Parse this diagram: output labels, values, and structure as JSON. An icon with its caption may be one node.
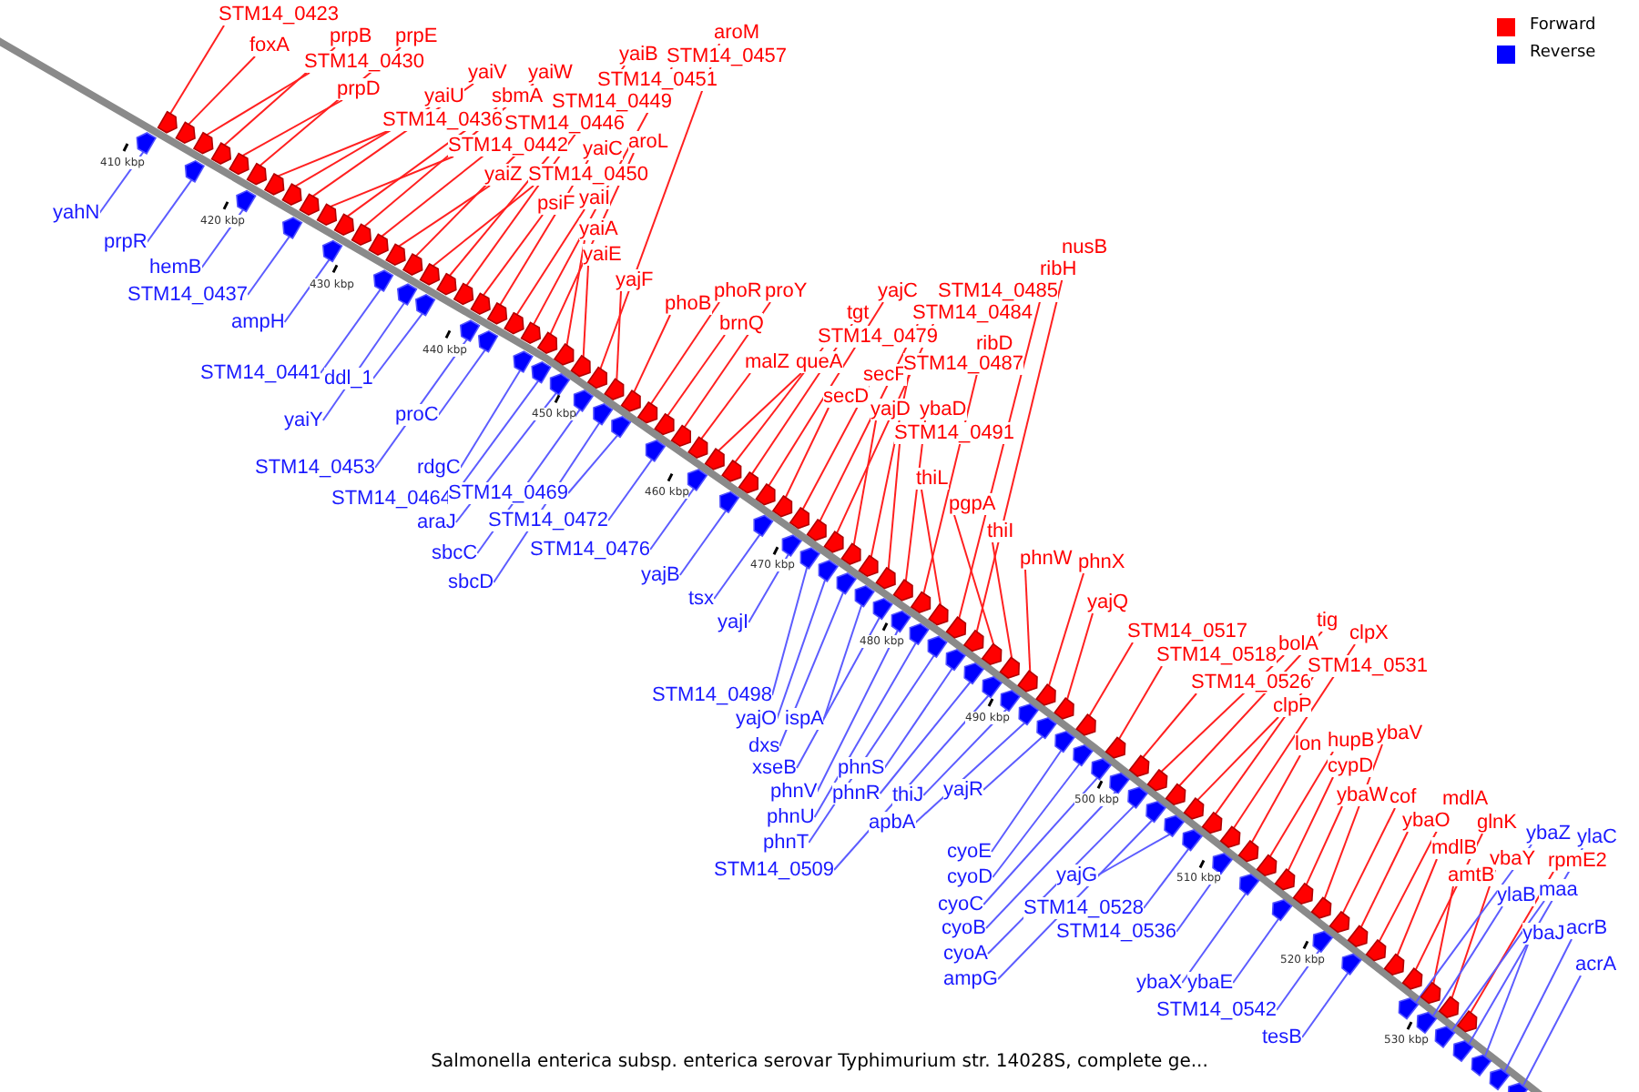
{
  "diagram": {
    "caption": "Salmonella enterica subsp. enterica serovar Typhimurium str. 14028S, complete ge...",
    "nodes": [
      {
        "text": [
          "STM14_0423"
        ]
      },
      {
        "text": [
          "foxA"
        ]
      },
      {
        "text": [
          "prpB"
        ]
      },
      {
        "text": [
          "prpE"
        ]
      },
      {
        "text": [
          "STM14_0430"
        ]
      },
      {
        "text": [
          "prpD"
        ]
      },
      {
        "text": [
          "yaiV"
        ]
      },
      {
        "text": [
          "yaiW"
        ]
      },
      {
        "text": [
          "yaiU"
        ]
      },
      {
        "text": [
          "sbmA"
        ]
      },
      {
        "text": [
          "STM14_0436"
        ]
      },
      {
        "text": [
          "STM14_0442"
        ]
      },
      {
        "text": [
          "STM14_0446"
        ]
      },
      {
        "text": [
          "yaiB"
        ]
      },
      {
        "text": [
          "STM14_0451"
        ]
      },
      {
        "text": [
          "STM14_0449"
        ]
      },
      {
        "text": [
          "aroM"
        ]
      },
      {
        "text": [
          "STM14_0457"
        ]
      },
      {
        "text": [
          "yaiZ"
        ]
      },
      {
        "text": [
          "STM14_0450"
        ]
      },
      {
        "text": [
          "yaiC"
        ]
      },
      {
        "text": [
          "aroL"
        ]
      },
      {
        "text": [
          "psiF"
        ]
      },
      {
        "text": [
          "yaiI"
        ]
      },
      {
        "text": [
          "yaiA"
        ]
      },
      {
        "text": [
          "yaiE"
        ]
      },
      {
        "text": [
          "yajF"
        ]
      },
      {
        "text": [
          "phoB"
        ]
      },
      {
        "text": [
          "phoR"
        ]
      },
      {
        "text": [
          "proY"
        ]
      },
      {
        "text": [
          "brnQ"
        ]
      },
      {
        "text": [
          "malZ"
        ]
      },
      {
        "text": [
          "queA"
        ]
      },
      {
        "text": [
          "tgt"
        ]
      },
      {
        "text": [
          "yajC"
        ]
      },
      {
        "text": [
          "STM14_0479"
        ]
      },
      {
        "text": [
          "STM14_0485"
        ]
      },
      {
        "text": [
          "STM14_0484"
        ]
      },
      {
        "text": [
          "secF"
        ]
      },
      {
        "text": [
          "secD"
        ]
      },
      {
        "text": [
          "ribD"
        ]
      },
      {
        "text": [
          "STM14_0487"
        ]
      },
      {
        "text": [
          "nusB"
        ]
      },
      {
        "text": [
          "ribH"
        ]
      },
      {
        "text": [
          "yajD"
        ]
      },
      {
        "text": [
          "ybaD"
        ]
      },
      {
        "text": [
          "STM14_0491"
        ]
      },
      {
        "text": [
          "thiL"
        ]
      },
      {
        "text": [
          "pgpA"
        ]
      },
      {
        "text": [
          "thiI"
        ]
      },
      {
        "text": [
          "phnW"
        ]
      },
      {
        "text": [
          "phnX"
        ]
      },
      {
        "text": [
          "yajQ"
        ]
      },
      {
        "text": [
          "STM14_0517"
        ]
      },
      {
        "text": [
          "STM14_0518"
        ]
      },
      {
        "text": [
          "bolA"
        ]
      },
      {
        "text": [
          "tig"
        ]
      },
      {
        "text": [
          "clpX"
        ]
      },
      {
        "text": [
          "STM14_0526"
        ]
      },
      {
        "text": [
          "STM14_0531"
        ]
      },
      {
        "text": [
          "clpP"
        ]
      },
      {
        "text": [
          "lon"
        ]
      },
      {
        "text": [
          "hupB"
        ]
      },
      {
        "text": [
          "ybaV"
        ]
      },
      {
        "text": [
          "cypD"
        ]
      },
      {
        "text": [
          "ybaW"
        ]
      },
      {
        "text": [
          "cof"
        ]
      },
      {
        "text": [
          "mdlA"
        ]
      },
      {
        "text": [
          "ybaO"
        ]
      },
      {
        "text": [
          "glnK"
        ]
      },
      {
        "text": [
          "mdlB"
        ]
      },
      {
        "text": [
          "ybaY"
        ]
      },
      {
        "text": [
          "amtB"
        ]
      },
      {
        "text": [
          "rpmE2"
        ]
      },
      {
        "text": [
          "yahN"
        ]
      },
      {
        "text": [
          "prpR"
        ]
      },
      {
        "text": [
          "hemB"
        ]
      },
      {
        "text": [
          "STM14_0437"
        ]
      },
      {
        "text": [
          "ampH"
        ]
      },
      {
        "text": [
          "STM14_0441"
        ]
      },
      {
        "text": [
          "ddl_1"
        ]
      },
      {
        "text": [
          "yaiY"
        ]
      },
      {
        "text": [
          "proC"
        ]
      },
      {
        "text": [
          "STM14_0453"
        ]
      },
      {
        "text": [
          "rdgC"
        ]
      },
      {
        "text": [
          "STM14_0464"
        ]
      },
      {
        "text": [
          "STM14_0469"
        ]
      },
      {
        "text": [
          "araJ"
        ]
      },
      {
        "text": [
          "STM14_0472"
        ]
      },
      {
        "text": [
          "sbcC"
        ]
      },
      {
        "text": [
          "sbcD"
        ]
      },
      {
        "text": [
          "STM14_0476"
        ]
      },
      {
        "text": [
          "yajB"
        ]
      },
      {
        "text": [
          "tsx"
        ]
      },
      {
        "text": [
          "yajI"
        ]
      },
      {
        "text": [
          "STM14_0498"
        ]
      },
      {
        "text": [
          "yajO"
        ]
      },
      {
        "text": [
          "ispA"
        ]
      },
      {
        "text": [
          "dxs"
        ]
      },
      {
        "text": [
          "xseB"
        ]
      },
      {
        "text": [
          "phnV"
        ]
      },
      {
        "text": [
          "phnS"
        ]
      },
      {
        "text": [
          "phnR"
        ]
      },
      {
        "text": [
          "phnU"
        ]
      },
      {
        "text": [
          "thiJ"
        ]
      },
      {
        "text": [
          "yajR"
        ]
      },
      {
        "text": [
          "apbA"
        ]
      },
      {
        "text": [
          "phnT"
        ]
      },
      {
        "text": [
          "STM14_0509"
        ]
      },
      {
        "text": [
          "cyoE"
        ]
      },
      {
        "text": [
          "cyoD"
        ]
      },
      {
        "text": [
          "cyoC"
        ]
      },
      {
        "text": [
          "cyoB"
        ]
      },
      {
        "text": [
          "cyoA"
        ]
      },
      {
        "text": [
          "ampG"
        ]
      },
      {
        "text": [
          "yajG"
        ]
      },
      {
        "text": [
          "STM14_0528"
        ]
      },
      {
        "text": [
          "STM14_0536"
        ]
      },
      {
        "text": [
          "ybaX"
        ]
      },
      {
        "text": [
          "ybaE"
        ]
      },
      {
        "text": [
          "STM14_0542"
        ]
      },
      {
        "text": [
          "tesB"
        ]
      },
      {
        "text": [
          "ybaZ"
        ]
      },
      {
        "text": [
          "ylaC"
        ]
      },
      {
        "text": [
          "ylaB"
        ]
      },
      {
        "text": [
          "maa"
        ]
      },
      {
        "text": [
          "ybaJ"
        ]
      },
      {
        "text": [
          "acrB"
        ]
      },
      {
        "text": [
          "acrA"
        ]
      },
      {
        "text": [],
        "shape": "arrow"
      },
      {
        "text": [],
        "shape": "arrow"
      },
      {
        "text": [],
        "shape": "arrow"
      },
      {
        "text": [],
        "shape": "arrow"
      },
      {
        "text": [],
        "shape": "arrow"
      },
      {
        "text": [],
        "shape": "arrow"
      },
      {
        "text": [],
        "shape": "arrow"
      },
      {
        "text": [],
        "shape": "arrow"
      },
      {
        "text": [],
        "shape": "arrow"
      },
      {
        "text": [],
        "shape": "arrow"
      },
      {
        "text": [],
        "shape": "arrow"
      },
      {
        "text": [],
        "shape": "arrow"
      },
      {
        "text": [],
        "shape": "arrow"
      },
      {
        "text": [],
        "shape": "arrow"
      },
      {
        "text": [],
        "shape": "arrow"
      },
      {
        "text": [],
        "shape": "arrow"
      },
      {
        "text": [],
        "shape": "arrow"
      },
      {
        "text": [],
        "shape": "arrow"
      },
      {
        "text": [],
        "shape": "arrow"
      },
      {
        "text": [],
        "shape": "arrow"
      },
      {
        "text": [],
        "shape": "arrow"
      },
      {
        "text": [],
        "shape": "arrow"
      },
      {
        "text": [],
        "shape": "arrow"
      },
      {
        "text": [],
        "shape": "arrow"
      },
      {
        "text": [],
        "shape": "arrow"
      },
      {
        "text": [],
        "shape": "arrow"
      },
      {
        "text": [],
        "shape": "arrow"
      },
      {
        "text": [],
        "shape": "arrow"
      },
      {
        "text": [],
        "shape": "arrow"
      },
      {
        "text": [],
        "shape": "arrow"
      },
      {
        "text": [],
        "shape": "arrow"
      },
      {
        "text": [],
        "shape": "arrow"
      },
      {
        "text": [],
        "shape": "arrow"
      },
      {
        "text": [],
        "shape": "arrow"
      },
      {
        "text": [],
        "shape": "arrow"
      },
      {
        "text": [],
        "shape": "arrow"
      },
      {
        "text": [],
        "shape": "arrow"
      },
      {
        "text": [],
        "shape": "arrow"
      },
      {
        "text": [],
        "shape": "arrow"
      },
      {
        "text": [],
        "shape": "arrow"
      },
      {
        "text": [],
        "shape": "arrow"
      },
      {
        "text": [],
        "shape": "arrow"
      },
      {
        "text": [],
        "shape": "arrow"
      },
      {
        "text": [],
        "shape": "arrow"
      },
      {
        "text": [],
        "shape": "arrow"
      },
      {
        "text": [],
        "shape": "arrow"
      },
      {
        "text": [],
        "shape": "arrow"
      },
      {
        "text": [],
        "shape": "arrow"
      },
      {
        "text": [],
        "shape": "arrow"
      },
      {
        "text": [],
        "shape": "arrow"
      },
      {
        "text": [],
        "shape": "arrow"
      },
      {
        "text": [],
        "shape": "arrow"
      },
      {
        "text": [],
        "shape": "arrow"
      },
      {
        "text": [],
        "shape": "arrow"
      },
      {
        "text": [],
        "shape": "arrow"
      },
      {
        "text": [],
        "shape": "arrow"
      },
      {
        "text": [],
        "shape": "arrow"
      },
      {
        "text": [],
        "shape": "arrow"
      },
      {
        "text": [],
        "shape": "arrow"
      },
      {
        "text": [],
        "shape": "arrow"
      },
      {
        "text": [],
        "shape": "arrow"
      },
      {
        "text": [],
        "shape": "arrow"
      },
      {
        "text": [],
        "shape": "arrow"
      },
      {
        "text": [],
        "shape": "arrow"
      },
      {
        "text": [],
        "shape": "arrow"
      },
      {
        "text": [],
        "shape": "arrow"
      },
      {
        "text": [],
        "shape": "arrow"
      },
      {
        "text": [],
        "shape": "arrow"
      },
      {
        "text": [],
        "shape": "arrow"
      },
      {
        "text": [],
        "shape": "arrow"
      },
      {
        "text": [],
        "shape": "arrow"
      },
      {
        "text": [],
        "shape": "arrow"
      },
      {
        "text": [],
        "shape": "arrow"
      },
      {
        "text": [],
        "shape": "arrow"
      },
      {
        "text": [],
        "shape": "arrow"
      },
      {
        "text": [],
        "shape": "arrow"
      },
      {
        "text": [],
        "shape": "arrow"
      },
      {
        "text": [],
        "shape": "arrow"
      },
      {
        "text": [],
        "shape": "arrow"
      },
      {
        "text": [],
        "shape": "arrow"
      },
      {
        "text": [],
        "shape": "arrow"
      },
      {
        "text": [],
        "shape": "arrow"
      },
      {
        "text": [],
        "shape": "arrow"
      },
      {
        "text": [],
        "shape": "arrow"
      },
      {
        "text": [],
        "shape": "arrow"
      },
      {
        "text": [],
        "shape": "arrow"
      },
      {
        "text": [],
        "shape": "arrow"
      },
      {
        "text": [],
        "shape": "arrow"
      },
      {
        "text": [],
        "shape": "arrow"
      },
      {
        "text": [],
        "shape": "arrow"
      },
      {
        "text": [],
        "shape": "arrow"
      },
      {
        "text": [],
        "shape": "arrow"
      },
      {
        "text": [],
        "shape": "arrow"
      },
      {
        "text": [],
        "shape": "arrow"
      },
      {
        "text": [],
        "shape": "arrow"
      },
      {
        "text": [],
        "shape": "arrow"
      },
      {
        "text": [],
        "shape": "arrow"
      },
      {
        "text": [],
        "shape": "arrow"
      },
      {
        "text": [],
        "shape": "arrow"
      },
      {
        "text": [],
        "shape": "arrow"
      },
      {
        "text": [],
        "shape": "arrow"
      },
      {
        "text": [],
        "shape": "arrow"
      },
      {
        "text": [],
        "shape": "arrow"
      },
      {
        "text": [],
        "shape": "arrow"
      },
      {
        "text": [],
        "shape": "arrow"
      },
      {
        "text": [],
        "shape": "arrow"
      },
      {
        "text": [],
        "shape": "arrow"
      },
      {
        "text": [],
        "shape": "arrow"
      },
      {
        "text": [],
        "shape": "arrow"
      },
      {
        "text": [],
        "shape": "arrow"
      },
      {
        "text": [],
        "shape": "arrow"
      },
      {
        "text": [],
        "shape": "arrow"
      },
      {
        "text": [],
        "shape": "arrow"
      },
      {
        "text": [],
        "shape": "arrow"
      },
      {
        "text": [],
        "shape": "arrow"
      },
      {
        "text": [],
        "shape": "arrow"
      },
      {
        "text": [],
        "shape": "arrow"
      },
      {
        "text": [],
        "shape": "arrow"
      },
      {
        "text": [],
        "shape": "arrow"
      },
      {
        "text": [],
        "shape": "arrow"
      },
      {
        "text": [],
        "shape": "arrow"
      },
      {
        "text": [],
        "shape": "arrow"
      },
      {
        "text": [],
        "shape": "arrow"
      },
      {
        "text": [],
        "shape": "arrow"
      },
      {
        "text": [],
        "shape": "arrow"
      },
      {
        "text": [],
        "shape": "arrow"
      },
      {
        "text": [],
        "shape": "arrow"
      },
      {
        "text": [],
        "shape": "arrow"
      },
      {
        "text": [],
        "shape": "arrow"
      }
    ],
    "edges": [
      {
        "from": 0,
        "to": 129,
        "arrow": "none"
      },
      {
        "from": 1,
        "to": 130,
        "arrow": "none"
      },
      {
        "from": 2,
        "to": 131,
        "arrow": "none"
      },
      {
        "from": 3,
        "to": 132,
        "arrow": "none"
      },
      {
        "from": 4,
        "to": 133,
        "arrow": "none"
      },
      {
        "from": 5,
        "to": 134,
        "arrow": "none"
      },
      {
        "from": 6,
        "to": 135,
        "arrow": "none"
      },
      {
        "from": 7,
        "to": 136,
        "arrow": "none"
      },
      {
        "from": 8,
        "to": 137,
        "arrow": "none"
      },
      {
        "from": 9,
        "to": 138,
        "arrow": "none"
      },
      {
        "from": 10,
        "to": 139,
        "arrow": "none"
      },
      {
        "from": 11,
        "to": 140,
        "arrow": "none"
      },
      {
        "from": 12,
        "to": 141,
        "arrow": "none"
      },
      {
        "from": 13,
        "to": 142,
        "arrow": "none"
      },
      {
        "from": 14,
        "to": 143,
        "arrow": "none"
      },
      {
        "from": 15,
        "to": 144,
        "arrow": "none"
      },
      {
        "from": 16,
        "to": 145,
        "arrow": "none"
      },
      {
        "from": 17,
        "to": 146,
        "arrow": "none"
      },
      {
        "from": 18,
        "to": 147,
        "arrow": "none"
      },
      {
        "from": 19,
        "to": 148,
        "arrow": "none"
      },
      {
        "from": 20,
        "to": 149,
        "arrow": "none"
      },
      {
        "from": 21,
        "to": 150,
        "arrow": "none"
      },
      {
        "from": 22,
        "to": 151,
        "arrow": "none"
      },
      {
        "from": 23,
        "to": 152,
        "arrow": "none"
      },
      {
        "from": 24,
        "to": 153,
        "arrow": "none"
      },
      {
        "from": 25,
        "to": 154,
        "arrow": "none"
      },
      {
        "from": 26,
        "to": 155,
        "arrow": "none"
      },
      {
        "from": 27,
        "to": 156,
        "arrow": "none"
      },
      {
        "from": 28,
        "to": 157,
        "arrow": "none"
      },
      {
        "from": 29,
        "to": 158,
        "arrow": "none"
      },
      {
        "from": 30,
        "to": 159,
        "arrow": "none"
      },
      {
        "from": 31,
        "to": 160,
        "arrow": "none"
      },
      {
        "from": 32,
        "to": 161,
        "arrow": "none"
      },
      {
        "from": 33,
        "to": 162,
        "arrow": "none"
      },
      {
        "from": 34,
        "to": 163,
        "arrow": "none"
      },
      {
        "from": 35,
        "to": 164,
        "arrow": "none"
      },
      {
        "from": 36,
        "to": 165,
        "arrow": "none"
      },
      {
        "from": 37,
        "to": 166,
        "arrow": "none"
      },
      {
        "from": 38,
        "to": 167,
        "arrow": "none"
      },
      {
        "from": 39,
        "to": 168,
        "arrow": "none"
      },
      {
        "from": 40,
        "to": 169,
        "arrow": "none"
      },
      {
        "from": 41,
        "to": 170,
        "arrow": "none"
      },
      {
        "from": 42,
        "to": 171,
        "arrow": "none"
      },
      {
        "from": 43,
        "to": 172,
        "arrow": "none"
      },
      {
        "from": 44,
        "to": 173,
        "arrow": "none"
      },
      {
        "from": 45,
        "to": 174,
        "arrow": "none"
      },
      {
        "from": 46,
        "to": 175,
        "arrow": "none"
      },
      {
        "from": 47,
        "to": 176,
        "arrow": "none"
      },
      {
        "from": 48,
        "to": 177,
        "arrow": "none"
      },
      {
        "from": 49,
        "to": 178,
        "arrow": "none"
      },
      {
        "from": 50,
        "to": 179,
        "arrow": "none"
      },
      {
        "from": 51,
        "to": 180,
        "arrow": "none"
      },
      {
        "from": 52,
        "to": 181,
        "arrow": "none"
      },
      {
        "from": 53,
        "to": 182,
        "arrow": "none"
      },
      {
        "from": 54,
        "to": 183,
        "arrow": "none"
      },
      {
        "from": 55,
        "to": 184,
        "arrow": "none"
      },
      {
        "from": 56,
        "to": 185,
        "arrow": "none"
      },
      {
        "from": 57,
        "to": 186,
        "arrow": "none"
      },
      {
        "from": 58,
        "to": 187,
        "arrow": "none"
      },
      {
        "from": 59,
        "to": 188,
        "arrow": "none"
      },
      {
        "from": 60,
        "to": 189,
        "arrow": "none"
      },
      {
        "from": 61,
        "to": 190,
        "arrow": "none"
      },
      {
        "from": 62,
        "to": 191,
        "arrow": "none"
      },
      {
        "from": 63,
        "to": 192,
        "arrow": "none"
      },
      {
        "from": 64,
        "to": 193,
        "arrow": "none"
      },
      {
        "from": 65,
        "to": 194,
        "arrow": "none"
      },
      {
        "from": 66,
        "to": 195,
        "arrow": "none"
      },
      {
        "from": 67,
        "to": 196,
        "arrow": "none"
      },
      {
        "from": 68,
        "to": 197,
        "arrow": "none"
      },
      {
        "from": 69,
        "to": 198,
        "arrow": "none"
      },
      {
        "from": 70,
        "to": 199,
        "arrow": "none"
      },
      {
        "from": 71,
        "to": 200,
        "arrow": "none"
      },
      {
        "from": 72,
        "to": 201,
        "arrow": "none"
      },
      {
        "from": 73,
        "to": 202,
        "arrow": "none"
      },
      {
        "from": 74,
        "to": 203,
        "arrow": "none",
        "color": "#5c5cff"
      },
      {
        "from": 75,
        "to": 204,
        "arrow": "none",
        "color": "#5c5cff"
      },
      {
        "from": 76,
        "to": 205,
        "arrow": "none",
        "color": "#5c5cff"
      },
      {
        "from": 77,
        "to": 206,
        "arrow": "none",
        "color": "#5c5cff"
      },
      {
        "from": 78,
        "to": 207,
        "arrow": "none",
        "color": "#5c5cff"
      },
      {
        "from": 79,
        "to": 208,
        "arrow": "none",
        "color": "#5c5cff"
      },
      {
        "from": 80,
        "to": 209,
        "arrow": "none",
        "color": "#5c5cff"
      },
      {
        "from": 81,
        "to": 210,
        "arrow": "none",
        "color": "#5c5cff"
      },
      {
        "from": 82,
        "to": 211,
        "arrow": "none",
        "color": "#5c5cff"
      },
      {
        "from": 83,
        "to": 212,
        "arrow": "none",
        "color": "#5c5cff"
      },
      {
        "from": 84,
        "to": 213,
        "arrow": "none",
        "color": "#5c5cff"
      },
      {
        "from": 85,
        "to": 214,
        "arrow": "none",
        "color": "#5c5cff"
      },
      {
        "from": 86,
        "to": 215,
        "arrow": "none",
        "color": "#5c5cff"
      },
      {
        "from": 87,
        "to": 216,
        "arrow": "none",
        "color": "#5c5cff"
      },
      {
        "from": 88,
        "to": 217,
        "arrow": "none",
        "color": "#5c5cff"
      },
      {
        "from": 89,
        "to": 218,
        "arrow": "none",
        "color": "#5c5cff"
      },
      {
        "from": 90,
        "to": 219,
        "arrow": "none",
        "color": "#5c5cff"
      },
      {
        "from": 91,
        "to": 220,
        "arrow": "none",
        "color": "#5c5cff"
      },
      {
        "from": 92,
        "to": 221,
        "arrow": "none",
        "color": "#5c5cff"
      },
      {
        "from": 93,
        "to": 222,
        "arrow": "none",
        "color": "#5c5cff"
      },
      {
        "from": 94,
        "to": 223,
        "arrow": "none",
        "color": "#5c5cff"
      },
      {
        "from": 95,
        "to": 224,
        "arrow": "none",
        "color": "#5c5cff"
      },
      {
        "from": 96,
        "to": 225,
        "arrow": "none",
        "color": "#5c5cff"
      },
      {
        "from": 97,
        "to": 226,
        "arrow": "none",
        "color": "#5c5cff"
      },
      {
        "from": 98,
        "to": 227,
        "arrow": "none",
        "color": "#5c5cff"
      },
      {
        "from": 99,
        "to": 228,
        "arrow": "none",
        "color": "#5c5cff"
      },
      {
        "from": 100,
        "to": 229,
        "arrow": "none",
        "color": "#5c5cff"
      },
      {
        "from": 101,
        "to": 230,
        "arrow": "none",
        "color": "#5c5cff"
      },
      {
        "from": 102,
        "to": 231,
        "arrow": "none",
        "color": "#5c5cff"
      },
      {
        "from": 103,
        "to": 232,
        "arrow": "none",
        "color": "#5c5cff"
      },
      {
        "from": 104,
        "to": 233,
        "arrow": "none",
        "color": "#5c5cff"
      },
      {
        "from": 105,
        "to": 234,
        "arrow": "none",
        "color": "#5c5cff"
      },
      {
        "from": 106,
        "to": 235,
        "arrow": "none",
        "color": "#5c5cff"
      },
      {
        "from": 107,
        "to": 236,
        "arrow": "none",
        "color": "#5c5cff"
      },
      {
        "from": 108,
        "to": 237,
        "arrow": "none",
        "color": "#5c5cff"
      },
      {
        "from": 109,
        "to": 238,
        "arrow": "none",
        "color": "#5c5cff"
      },
      {
        "from": 110,
        "to": 239,
        "arrow": "none",
        "color": "#5c5cff"
      },
      {
        "from": 111,
        "to": 240,
        "arrow": "none",
        "color": "#5c5cff"
      },
      {
        "from": 112,
        "to": 241,
        "arrow": "none",
        "color": "#5c5cff"
      },
      {
        "from": 113,
        "to": 242,
        "arrow": "none",
        "color": "#5c5cff"
      },
      {
        "from": 114,
        "to": 243,
        "arrow": "none",
        "color": "#5c5cff"
      },
      {
        "from": 115,
        "to": 244,
        "arrow": "none",
        "color": "#5c5cff"
      },
      {
        "from": 116,
        "to": 245,
        "arrow": "none",
        "color": "#5c5cff"
      },
      {
        "from": 117,
        "to": 246,
        "arrow": "none",
        "color": "#5c5cff"
      },
      {
        "from": 118,
        "to": 247,
        "arrow": "none",
        "color": "#5c5cff"
      },
      {
        "from": 119,
        "to": 248,
        "arrow": "none",
        "color": "#5c5cff"
      },
      {
        "from": 120,
        "to": 249,
        "arrow": "none",
        "color": "#5c5cff"
      },
      {
        "from": 121,
        "to": 250,
        "arrow": "none",
        "color": "#5c5cff"
      },
      {
        "from": 122,
        "to": 251,
        "arrow": "none",
        "color": "#5c5cff"
      },
      {
        "from": 123,
        "to": 252,
        "arrow": "none",
        "color": "#5c5cff"
      },
      {
        "from": 124,
        "to": 253,
        "arrow": "none",
        "color": "#5c5cff"
      },
      {
        "from": 125,
        "to": 254,
        "arrow": "none",
        "color": "#5c5cff"
      },
      {
        "from": 126,
        "to": 255,
        "arrow": "none",
        "color": "#5c5cff"
      },
      {
        "from": 127,
        "to": 256,
        "arrow": "none",
        "color": "#5c5cff"
      },
      {
        "from": 128,
        "to": 257,
        "arrow": "none",
        "color": "#5c5cff"
      }
    ],
    "labels": [
      "410 kbp",
      "420 kbp",
      "430 kbp",
      "440 kbp",
      "450 kbp",
      "460 kbp",
      "470 kbp",
      "480 kbp",
      "490 kbp",
      "500 kbp",
      "510 kbp",
      "520 kbp",
      "530 kbp"
    ],
    "legend": [
      {
        "text": "Forward",
        "color": "#ff0000"
      },
      {
        "text": "Reverse",
        "color": "#0000ff"
      }
    ]
  }
}
